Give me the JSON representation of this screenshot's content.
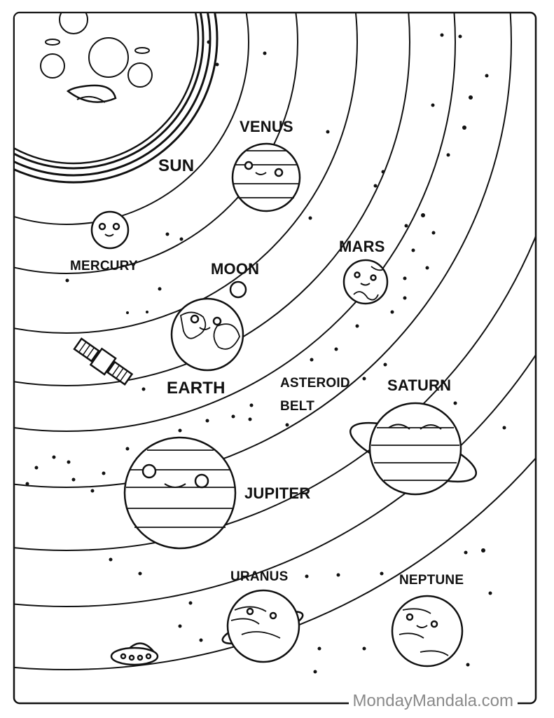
{
  "labels": {
    "sun": "SUN",
    "venus": "VENUS",
    "mercury": "MERCURY",
    "moon": "MOON",
    "mars": "MARS",
    "earth": "EARTH",
    "asteroid_belt_line1": "ASTEROID",
    "asteroid_belt_line2": "BELT",
    "saturn": "SATURN",
    "jupiter": "JUPITER",
    "uranus": "URANUS",
    "neptune": "NEPTUNE"
  },
  "watermark": "MondayMandala.com",
  "colors": {
    "ink": "#111111",
    "paper": "#ffffff",
    "watermark": "#8a8a8a"
  }
}
